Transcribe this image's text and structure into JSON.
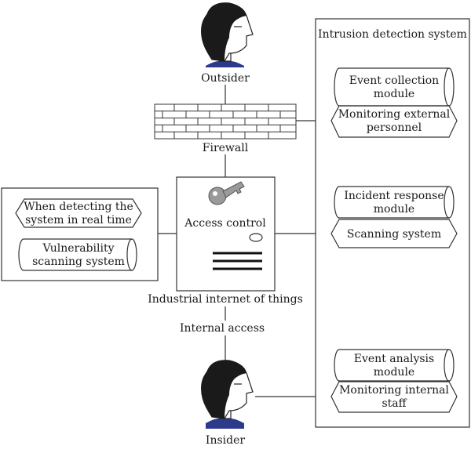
{
  "ids": {
    "title": "Intrusion detection system",
    "event_collection": [
      "Event collection",
      "module"
    ],
    "monitoring_external": [
      "Monitoring external",
      "personnel"
    ],
    "incident_response": [
      "Incident response",
      "module"
    ],
    "scanning_system": "Scanning system",
    "event_analysis": [
      "Event analysis",
      "module"
    ],
    "monitoring_internal": [
      "Monitoring internal",
      "staff"
    ]
  },
  "left": {
    "detecting_realtime": [
      "When detecting the",
      "system in real time"
    ],
    "vulnerability_scanning": [
      "Vulnerability",
      "scanning system"
    ]
  },
  "center": {
    "outsider": "Outsider",
    "firewall": "Firewall",
    "access_control": "Access control",
    "iiot": "Industrial internet of things",
    "internal_access": "Internal access",
    "insider": "Insider"
  },
  "colors": {
    "hair": "#1a1a1a",
    "shirt": "#2b3a8a",
    "key": "#9a9a9a",
    "line": "#333333"
  }
}
